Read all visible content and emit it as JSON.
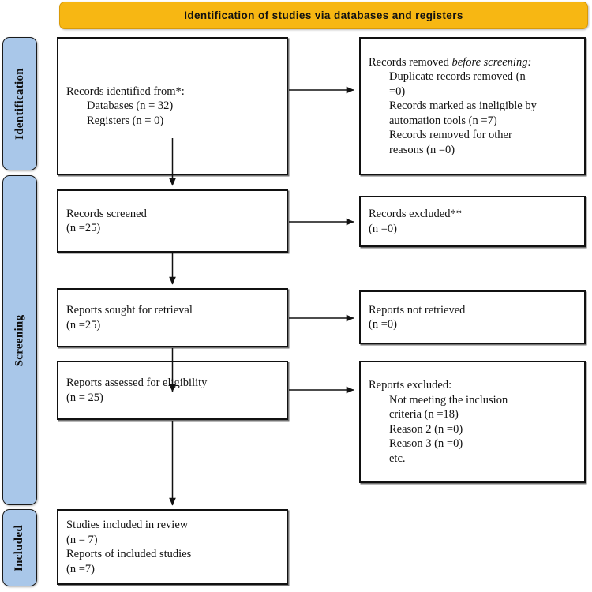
{
  "header": {
    "title": "Identification of studies via databases and registers",
    "color": "#F7B713"
  },
  "stages": {
    "color": "#A9C7E9",
    "items": [
      {
        "label": "Identification"
      },
      {
        "label": "Screening"
      },
      {
        "label": "Included"
      }
    ]
  },
  "boxes": {
    "identified": {
      "line1": "Records identified from*:",
      "line2": "Databases (n = 32)",
      "line3": "Registers (n = 0)"
    },
    "removed": {
      "line1_a": "Records removed ",
      "line1_b": "before screening:",
      "line2": "Duplicate records removed (n",
      "line3": "=0)",
      "line4": "Records marked as ineligible by",
      "line5": "automation tools (n =7)",
      "line6": "Records removed for other",
      "line7": "reasons (n =0)"
    },
    "screened": {
      "line1": "Records screened",
      "line2": "(n =25)"
    },
    "excluded_records": {
      "line1": "Records excluded**",
      "line2": "(n =0)"
    },
    "sought": {
      "line1": "Reports sought for retrieval",
      "line2": "(n =25)"
    },
    "not_retrieved": {
      "line1": "Reports not retrieved",
      "line2": "(n =0)"
    },
    "assessed": {
      "line1": "Reports assessed for eligibility",
      "line2": "(n = 25)"
    },
    "excluded_reports": {
      "line1": "Reports excluded:",
      "line2": "Not meeting the inclusion",
      "line3": "criteria (n =18)",
      "line4": "Reason 2 (n =0)",
      "line5": "Reason 3 (n =0)",
      "line6": "etc."
    },
    "included": {
      "line1": "Studies included in review",
      "line2": "(n = 7)",
      "line3": "Reports of included studies",
      "line4": "(n =7)"
    }
  },
  "chart_data": {
    "type": "diagram",
    "title": "Identification of studies via databases and registers",
    "nodes": [
      {
        "id": "identified",
        "stage": "Identification",
        "column": "left",
        "label": "Records identified from*: Databases (n = 32); Registers (n = 0)",
        "n": 32
      },
      {
        "id": "removed",
        "stage": "Identification",
        "column": "right",
        "label": "Records removed before screening: Duplicate records removed (n =0); Records marked as ineligible by automation tools (n =7); Records removed for other reasons (n =0)",
        "n": 7
      },
      {
        "id": "screened",
        "stage": "Screening",
        "column": "left",
        "label": "Records screened (n =25)",
        "n": 25
      },
      {
        "id": "excluded_records",
        "stage": "Screening",
        "column": "right",
        "label": "Records excluded** (n =0)",
        "n": 0
      },
      {
        "id": "sought",
        "stage": "Screening",
        "column": "left",
        "label": "Reports sought for retrieval (n =25)",
        "n": 25
      },
      {
        "id": "not_retrieved",
        "stage": "Screening",
        "column": "right",
        "label": "Reports not retrieved (n =0)",
        "n": 0
      },
      {
        "id": "assessed",
        "stage": "Screening",
        "column": "left",
        "label": "Reports assessed for eligibility (n = 25)",
        "n": 25
      },
      {
        "id": "excluded_reports",
        "stage": "Screening",
        "column": "right",
        "label": "Reports excluded: Not meeting the inclusion criteria (n =18); Reason 2 (n =0); Reason 3 (n =0); etc.",
        "n": 18
      },
      {
        "id": "included",
        "stage": "Included",
        "column": "left",
        "label": "Studies included in review (n = 7); Reports of included studies (n =7)",
        "n": 7
      }
    ],
    "edges": [
      {
        "from": "identified",
        "to": "removed",
        "direction": "right"
      },
      {
        "from": "identified",
        "to": "screened",
        "direction": "down"
      },
      {
        "from": "screened",
        "to": "excluded_records",
        "direction": "right"
      },
      {
        "from": "screened",
        "to": "sought",
        "direction": "down"
      },
      {
        "from": "sought",
        "to": "not_retrieved",
        "direction": "right"
      },
      {
        "from": "sought",
        "to": "assessed",
        "direction": "down"
      },
      {
        "from": "assessed",
        "to": "excluded_reports",
        "direction": "right"
      },
      {
        "from": "assessed",
        "to": "included",
        "direction": "down"
      }
    ]
  }
}
